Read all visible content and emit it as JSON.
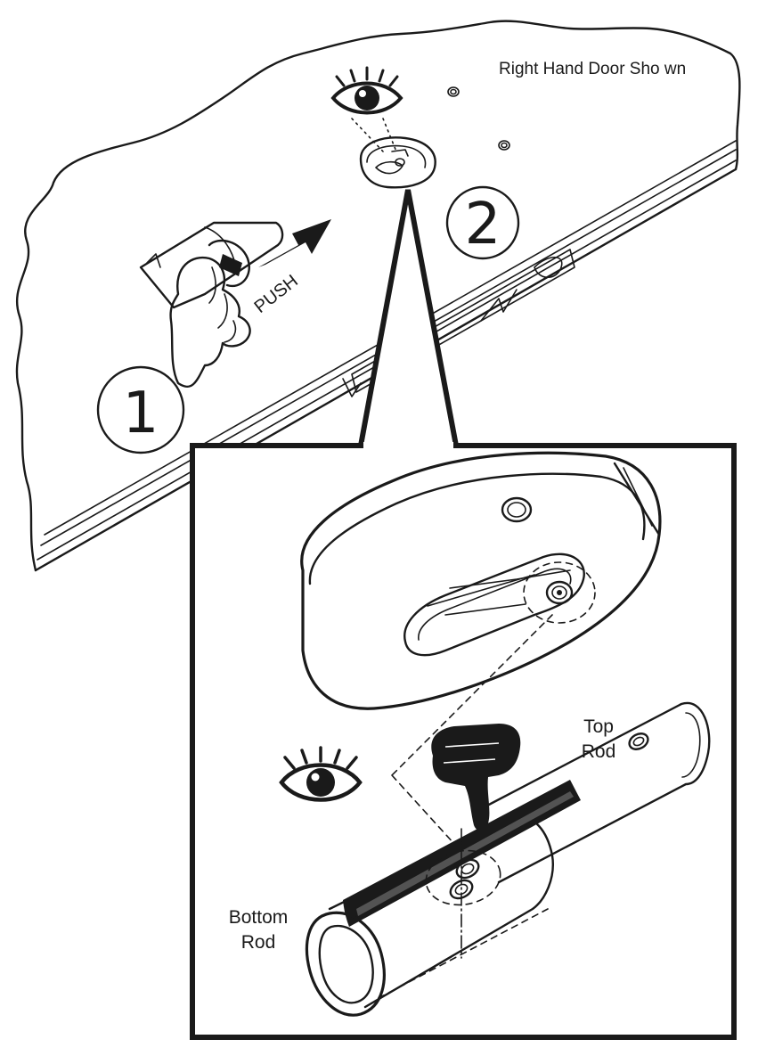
{
  "caption": "Right Hand Door Sho wn",
  "push_label": "PUSH",
  "step_1": "1",
  "step_2": "2",
  "top_rod_line1": "Top",
  "top_rod_line2": "Rod",
  "bottom_rod_line1": "Bottom",
  "bottom_rod_line2": "Rod",
  "colors": {
    "ink": "#1a1a1a",
    "background": "#ffffff"
  },
  "icons": [
    "eye-icon",
    "eye-icon",
    "thumbs-down-icon",
    "hand-icon",
    "arrow-icon"
  ]
}
